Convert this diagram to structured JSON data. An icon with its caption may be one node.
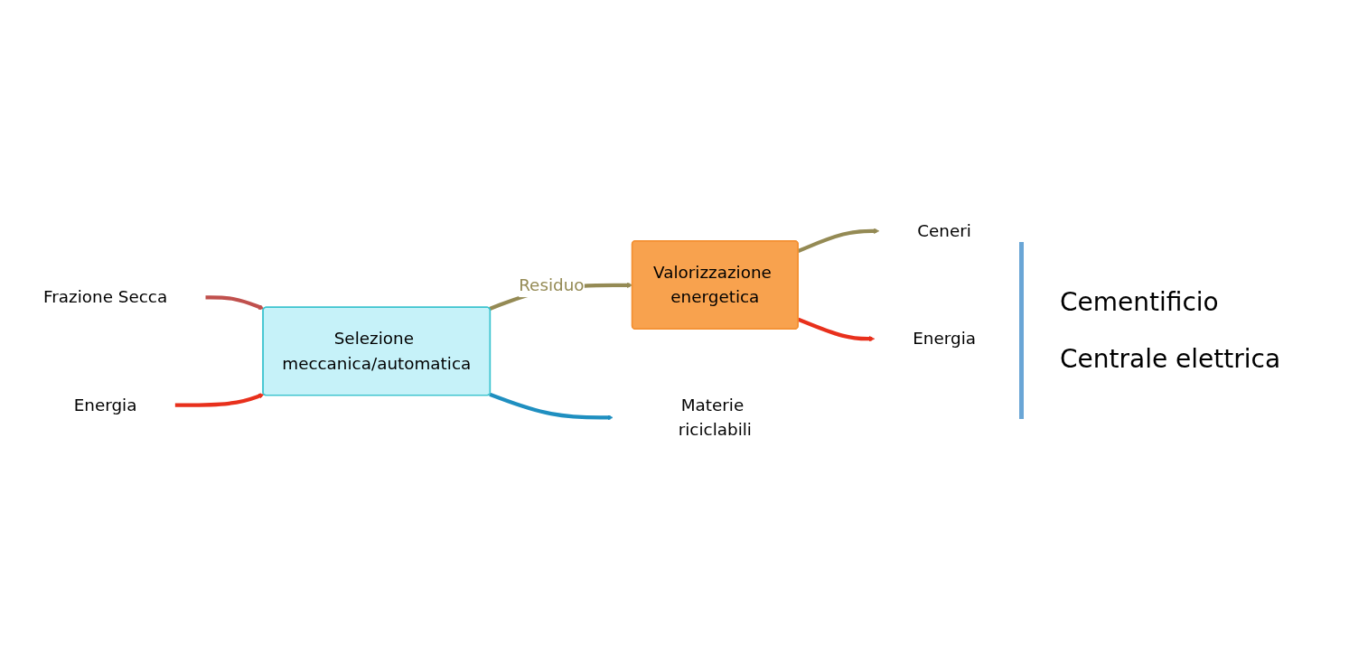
{
  "diagram": {
    "nodes": [
      {
        "text": [
          "Frazione Secca"
        ]
      },
      {
        "text": [
          "Energia"
        ]
      },
      {
        "text": [
          "Selezione meccanica/automatica"
        ]
      },
      {
        "text": [
          "Valorizzazione energetica"
        ]
      },
      {
        "text": [
          "Ceneri"
        ]
      },
      {
        "text": [
          "Materie riciclabili"
        ]
      },
      {
        "text": [
          "Energia"
        ]
      }
    ],
    "edges": [
      {
        "from": 0,
        "to": 2,
        "arrow": "to",
        "color": "#c0504d"
      },
      {
        "from": 1,
        "to": 2,
        "arrow": "to",
        "color": "#e8301c"
      },
      {
        "from": 2,
        "to": 3,
        "arrow": "to",
        "label": "Residuo"
      },
      {
        "from": 3,
        "to": 4,
        "arrow": "to"
      },
      {
        "from": 2,
        "to": 5,
        "arrow": "to",
        "color": "#1f8fc0"
      },
      {
        "from": 3,
        "to": 6,
        "arrow": "to",
        "color": "#e8301c"
      }
    ],
    "labels": [
      "Cementificio",
      "Centrale elettrica"
    ]
  }
}
